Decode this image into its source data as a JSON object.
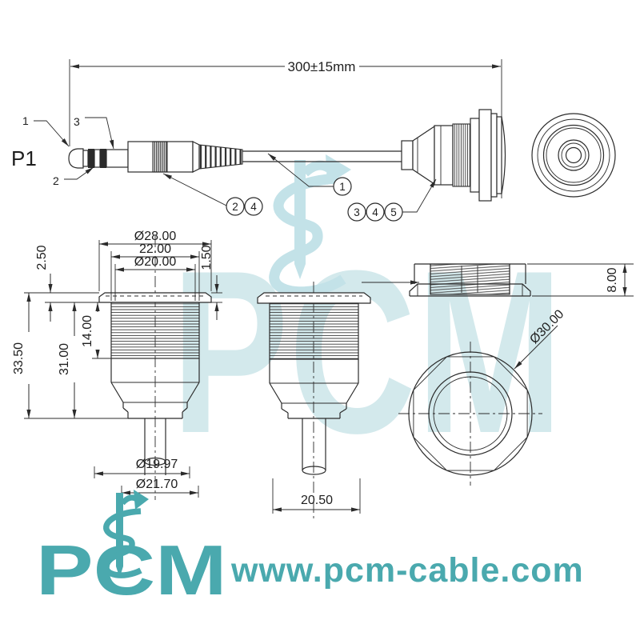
{
  "assembly": {
    "length_dim": "300±15mm",
    "plug_ref": "P1",
    "callouts": {
      "tip": "1",
      "ring": "2",
      "sleeve": "3"
    },
    "balloons": {
      "plug": [
        "2",
        "4"
      ],
      "cable": [
        "1"
      ],
      "socket": [
        "3",
        "4",
        "5"
      ]
    }
  },
  "front_view": {
    "flange_od": "Ø28.00",
    "thread_span": "22.00",
    "thread_od": "Ø20.00",
    "flange_thickness": "2.50",
    "lip": "1.50",
    "thread_length": "14.00",
    "body_length": "31.00",
    "overall_length": "33.50",
    "tail_dia_inner": "Ø19.97",
    "tail_dia_outer": "Ø21.70"
  },
  "side_view": {
    "body_width": "20.50"
  },
  "nut_view": {
    "height": "8.00",
    "outer_dia": "Ø30.00"
  },
  "branding": {
    "logo_text": "PCM",
    "website": "www.pcm-cable.com",
    "watermark_text": "PCM"
  },
  "colors": {
    "line": "#2b2b2b",
    "teal": "#4aa9ae",
    "watermark_fill": "#d3e9ec",
    "watermark_swirl": "#c3e2e8"
  }
}
